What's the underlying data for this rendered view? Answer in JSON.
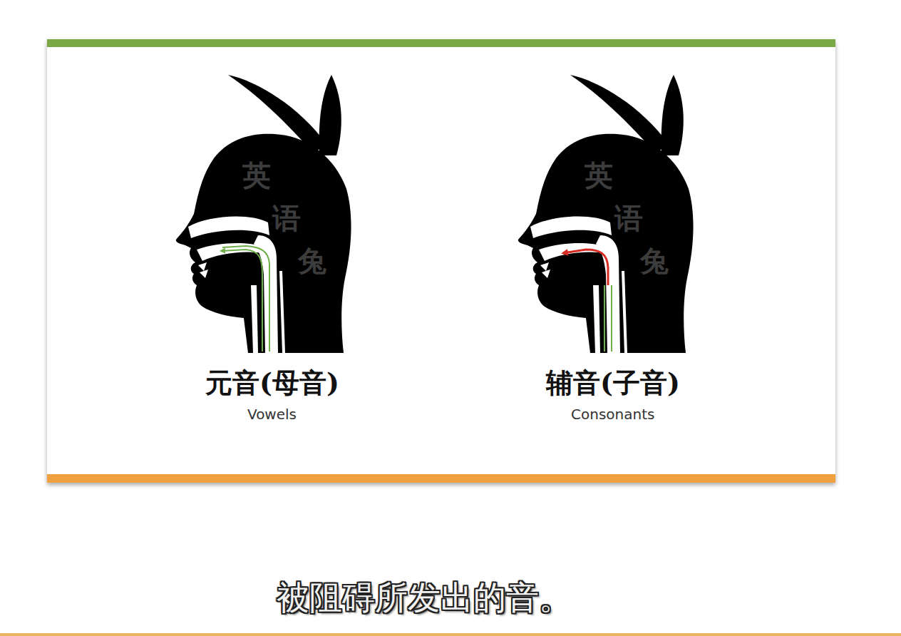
{
  "diagram": {
    "caption": "被阻碍所发出的音。",
    "labels": [
      "英语兔",
      "元音(母音)",
      "Vowels",
      "英语兔",
      "辅音(子音)",
      "Consonants"
    ]
  }
}
